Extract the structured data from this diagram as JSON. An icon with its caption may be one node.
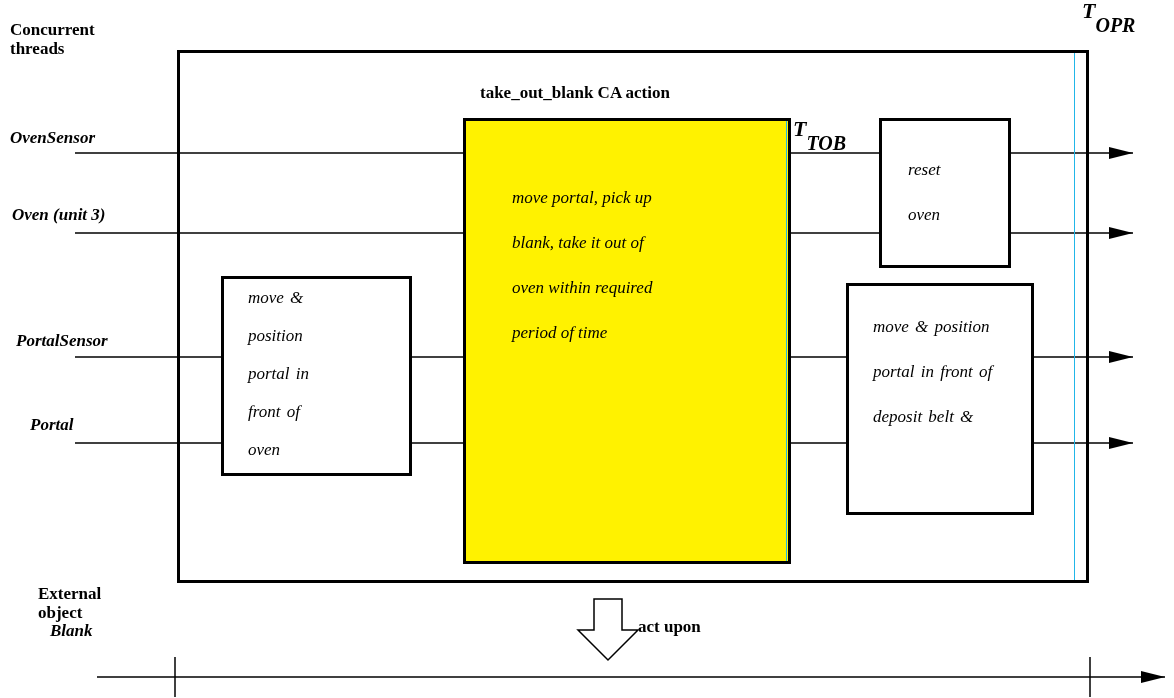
{
  "diagram": {
    "nodes": [
      {
        "text": [
          "OvenSensor"
        ]
      },
      {
        "text": [
          "Oven (unit 3)"
        ]
      },
      {
        "text": [
          "PortalSensor"
        ]
      },
      {
        "text": [
          "Portal"
        ]
      },
      {
        "text": [
          "Blank"
        ]
      },
      {
        "text": [],
        "shape": "box"
      },
      {
        "text": [
          "move & position portal in front of oven"
        ],
        "in": 5
      },
      {
        "text": [
          "take_out_blank CA action",
          "move portal, pick up blank, take it out of oven within required period of time"
        ],
        "in": 5
      },
      {
        "text": [
          "reset oven"
        ],
        "in": 5
      },
      {
        "text": [
          "move & position portal in front of deposit belt &"
        ],
        "in": 5
      }
    ],
    "edges": [
      {
        "from": 0,
        "to": 7,
        "arrow": "none"
      },
      {
        "from": 1,
        "to": 7,
        "arrow": "none"
      },
      {
        "from": 2,
        "to": 6,
        "arrow": "none"
      },
      {
        "from": 3,
        "to": 6,
        "arrow": "none"
      },
      {
        "from": 6,
        "to": 7,
        "arrow": "none"
      },
      {
        "from": 6,
        "to": 7,
        "arrow": "none"
      },
      {
        "from": 7,
        "to": 8,
        "arrow": "none"
      },
      {
        "from": 7,
        "to": 8,
        "arrow": "none"
      },
      {
        "from": 7,
        "to": 9,
        "arrow": "none"
      },
      {
        "from": 7,
        "to": 9,
        "arrow": "none"
      },
      {
        "from": 8,
        "to": null,
        "arrow": "to"
      },
      {
        "from": 8,
        "to": null,
        "arrow": "to"
      },
      {
        "from": 9,
        "to": null,
        "arrow": "to"
      },
      {
        "from": 9,
        "to": null,
        "arrow": "to"
      },
      {
        "from": 4,
        "to": null,
        "arrow": "to"
      }
    ],
    "labels": [
      "Concurrent threads",
      "External object",
      "T$_{TOB}$",
      "T$_{OPR}$",
      "act upon"
    ]
  }
}
